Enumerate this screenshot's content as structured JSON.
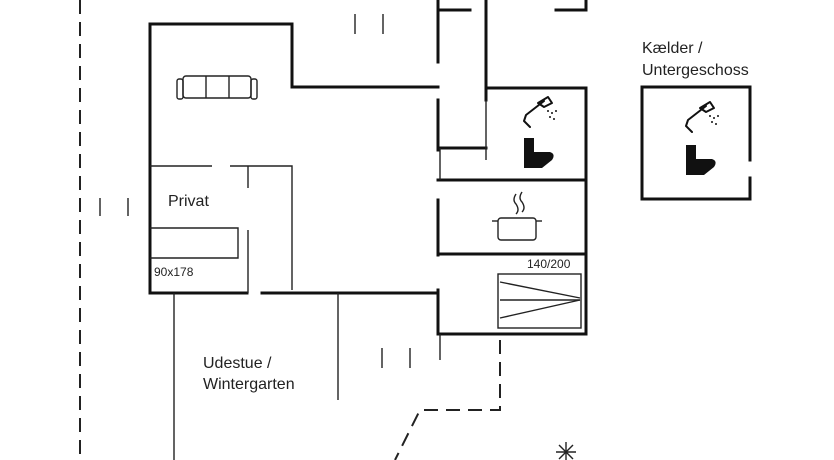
{
  "rooms": {
    "basement_label_line1": "Kælder /",
    "basement_label_line2": "Untergeschoss",
    "private_label": "Privat",
    "bed_size": "90x178",
    "sunroom_label_line1": "Udestue /",
    "sunroom_label_line2": "Wintergarten",
    "bed2_size": "140/200"
  },
  "icons": [
    "sofa-icon",
    "shower-icon",
    "toilet-icon",
    "cooking-pot-icon",
    "bed-icon",
    "compass-icon"
  ],
  "colors": {
    "wall": "#111111",
    "line": "#222222",
    "background": "#ffffff"
  }
}
